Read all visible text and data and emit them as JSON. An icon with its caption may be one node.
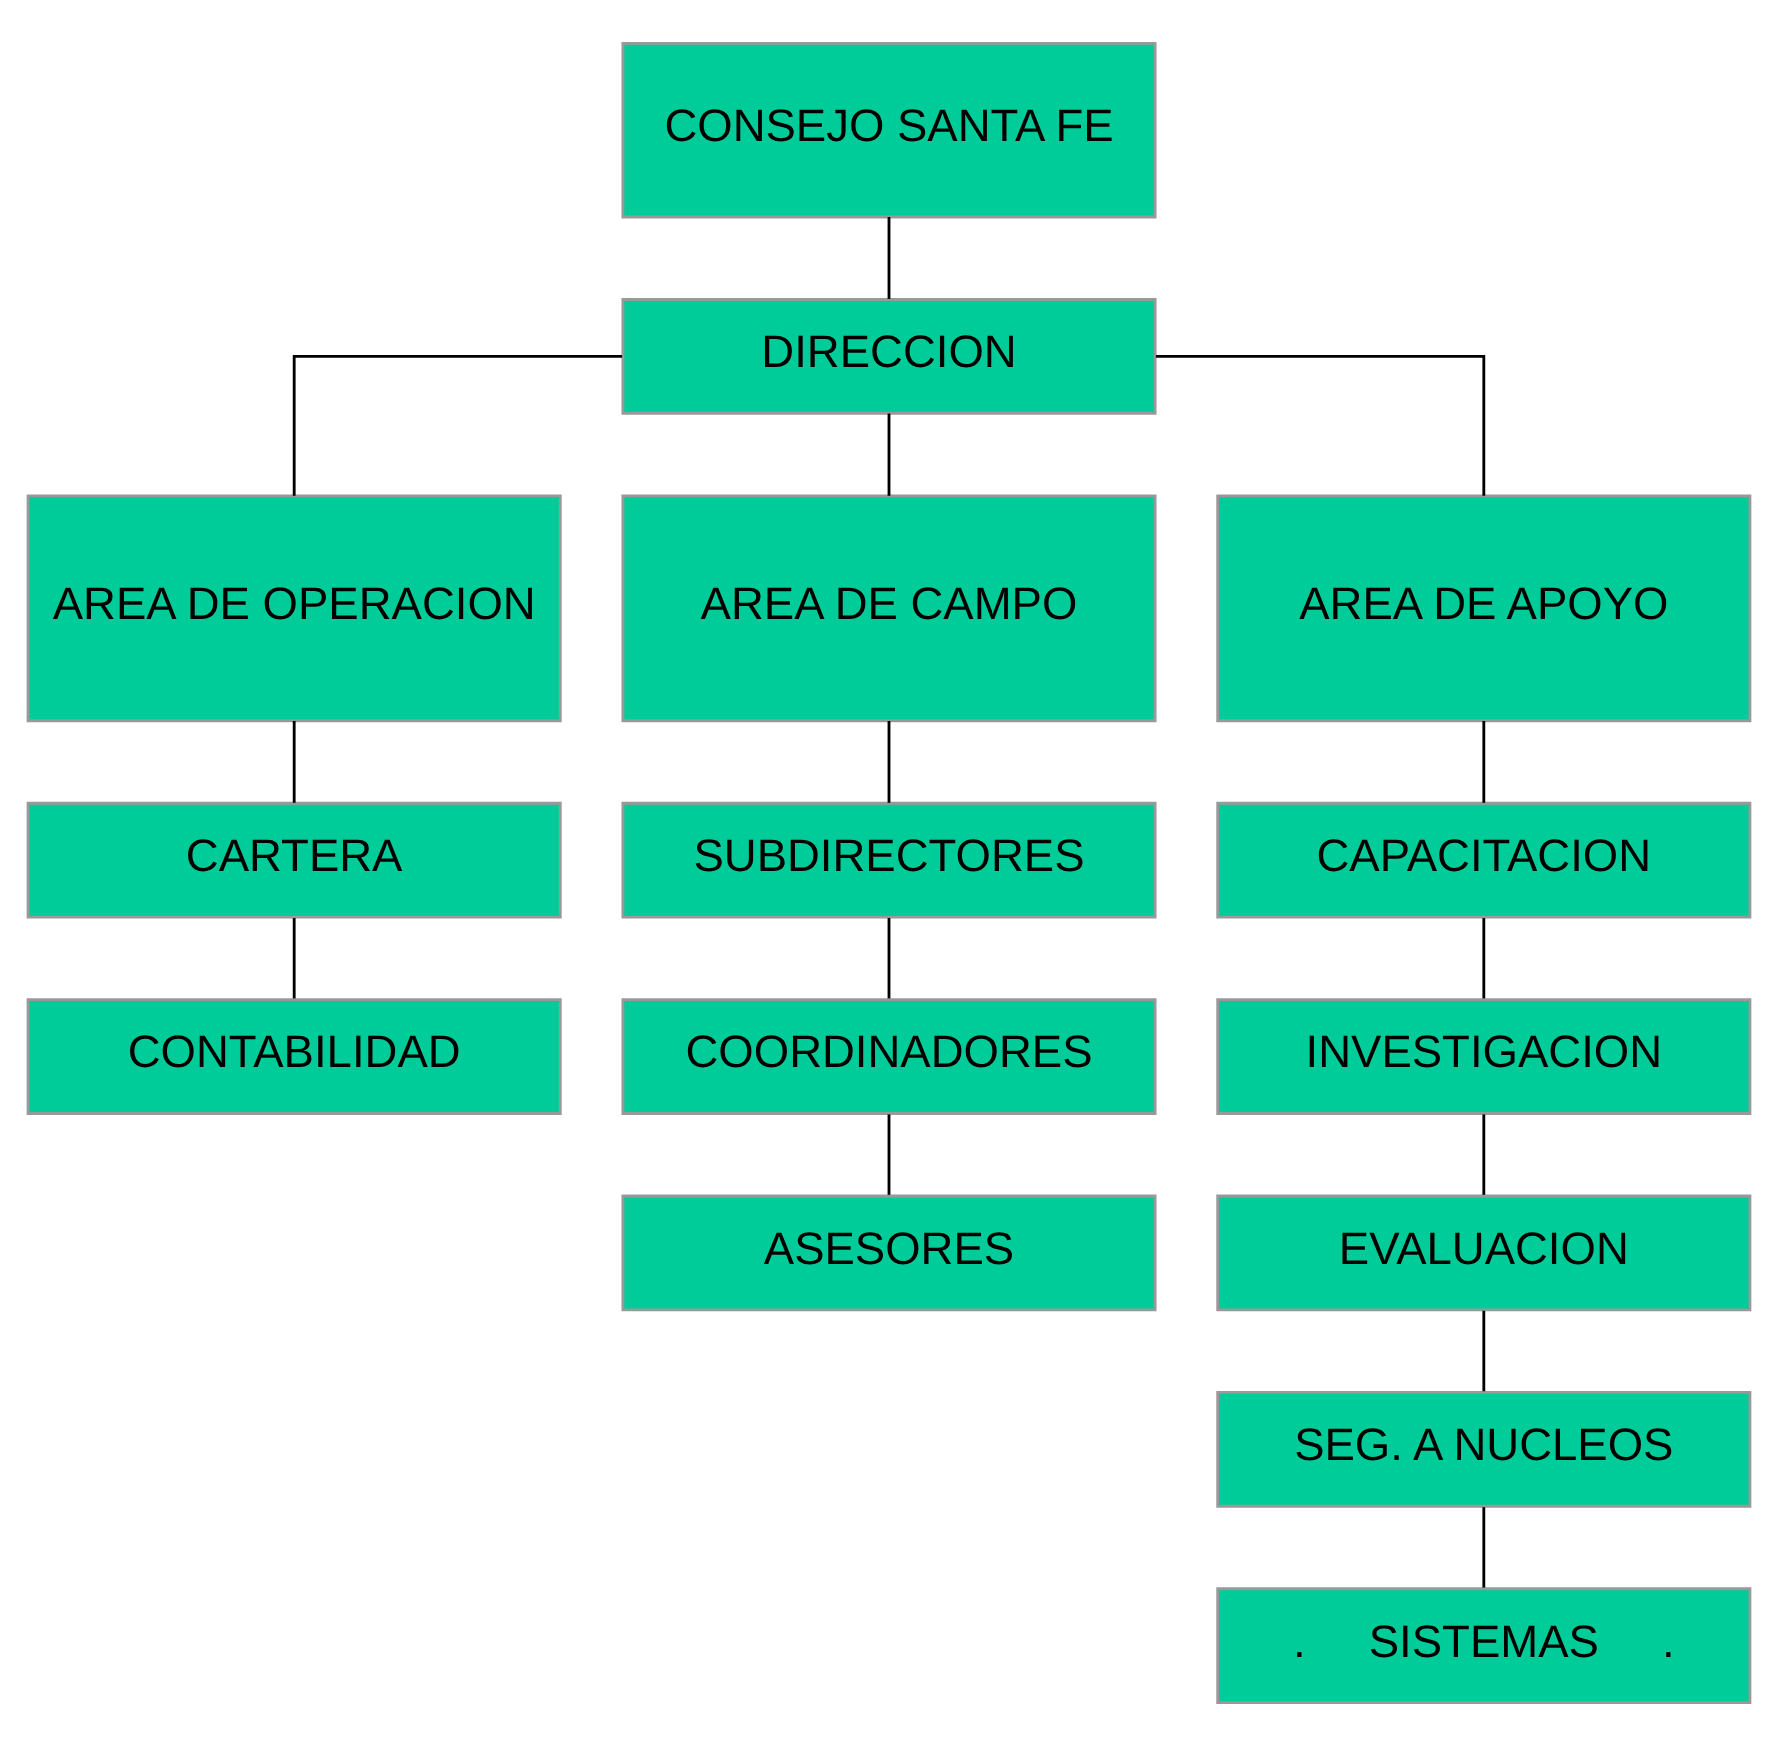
{
  "diagram": {
    "nodes": [
      {
        "text": [
          "CONSEJO SANTA FE"
        ]
      },
      {
        "text": [
          "DIRECCION"
        ]
      },
      {
        "text": [
          "AREA DE OPERACION"
        ]
      },
      {
        "text": [
          "AREA DE CAMPO"
        ]
      },
      {
        "text": [
          "AREA DE APOYO"
        ]
      },
      {
        "text": [
          "CARTERA"
        ]
      },
      {
        "text": [
          "CONTABILIDAD"
        ]
      },
      {
        "text": [
          "SUBDIRECTORES"
        ]
      },
      {
        "text": [
          "COORDINADORES"
        ]
      },
      {
        "text": [
          "ASESORES"
        ]
      },
      {
        "text": [
          "CAPACITACION"
        ]
      },
      {
        "text": [
          "INVESTIGACION"
        ]
      },
      {
        "text": [
          "EVALUACION"
        ]
      },
      {
        "text": [
          "SEG. A NUCLEOS"
        ]
      },
      {
        "text": [
          ".     SISTEMAS     ."
        ]
      }
    ],
    "edges": [
      {
        "from": 0,
        "to": 1,
        "arrow": "none"
      },
      {
        "from": 1,
        "to": 2,
        "arrow": "none"
      },
      {
        "from": 1,
        "to": 3,
        "arrow": "none"
      },
      {
        "from": 1,
        "to": 4,
        "arrow": "none"
      },
      {
        "from": 2,
        "to": 5,
        "arrow": "none"
      },
      {
        "from": 5,
        "to": 6,
        "arrow": "none"
      },
      {
        "from": 3,
        "to": 7,
        "arrow": "none"
      },
      {
        "from": 7,
        "to": 8,
        "arrow": "none"
      },
      {
        "from": 8,
        "to": 9,
        "arrow": "none"
      },
      {
        "from": 4,
        "to": 10,
        "arrow": "none"
      },
      {
        "from": 10,
        "to": 11,
        "arrow": "none"
      },
      {
        "from": 11,
        "to": 12,
        "arrow": "none"
      },
      {
        "from": 12,
        "to": 13,
        "arrow": "none"
      },
      {
        "from": 13,
        "to": 14,
        "arrow": "none"
      }
    ]
  }
}
